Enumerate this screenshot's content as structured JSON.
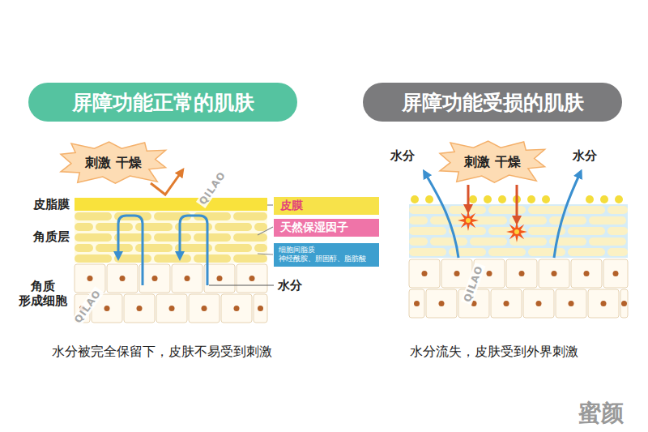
{
  "diagram": {
    "nodes": [
      {
        "text": [
          "屏障功能正常的肌肤"
        ]
      },
      {
        "text": [
          "屏障功能受损的肌肤"
        ]
      },
      {
        "text": [
          "刺激 干燥"
        ]
      },
      {
        "text": [
          "皮膜"
        ]
      },
      {
        "text": [
          "天然保湿因子"
        ]
      },
      {
        "text": [
          "细胞间脂质",
          "神经酰胺、胆固醇、脂肪酸"
        ]
      },
      {
        "text": [
          "刺激 干燥"
        ]
      }
    ],
    "labels": [
      "皮脂膜",
      "角质层",
      "角质 形成细胞",
      "水分",
      "水分",
      "水分",
      "水分被完全保留下，皮肤不易受到刺激",
      "水分流失，皮肤受到外界刺激",
      "QILAO",
      "QILAO",
      "QILAO",
      "蜜颜"
    ]
  }
}
